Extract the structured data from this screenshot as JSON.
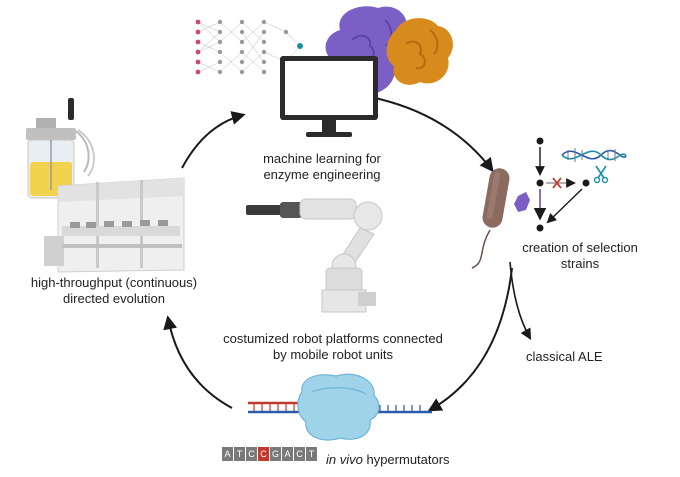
{
  "labels": {
    "ml_line1": "machine learning for",
    "ml_line2": "enzyme engineering",
    "selection_line1": "creation of selection",
    "selection_line2": "strains",
    "ale": "classical ALE",
    "ht_line1": "high-throughput (continuous)",
    "ht_line2": "directed evolution",
    "robot_line1": "costumized robot platforms connected",
    "robot_line2": "by mobile robot units",
    "hyper_italic": "in vivo",
    "hyper_rest": " hypermutators",
    "dna_letters": [
      "A",
      "T",
      "C",
      "C",
      "G",
      "A",
      "C",
      "T"
    ]
  },
  "colors": {
    "arrow": "#1a1a1a",
    "protein_purple": "#7b5fc4",
    "protein_orange": "#d98a1c",
    "dna_red": "#c0392b",
    "dna_blue": "#2a5aa8",
    "ribosome": "#9fd3ea",
    "bacterium": "#8b6a60"
  }
}
